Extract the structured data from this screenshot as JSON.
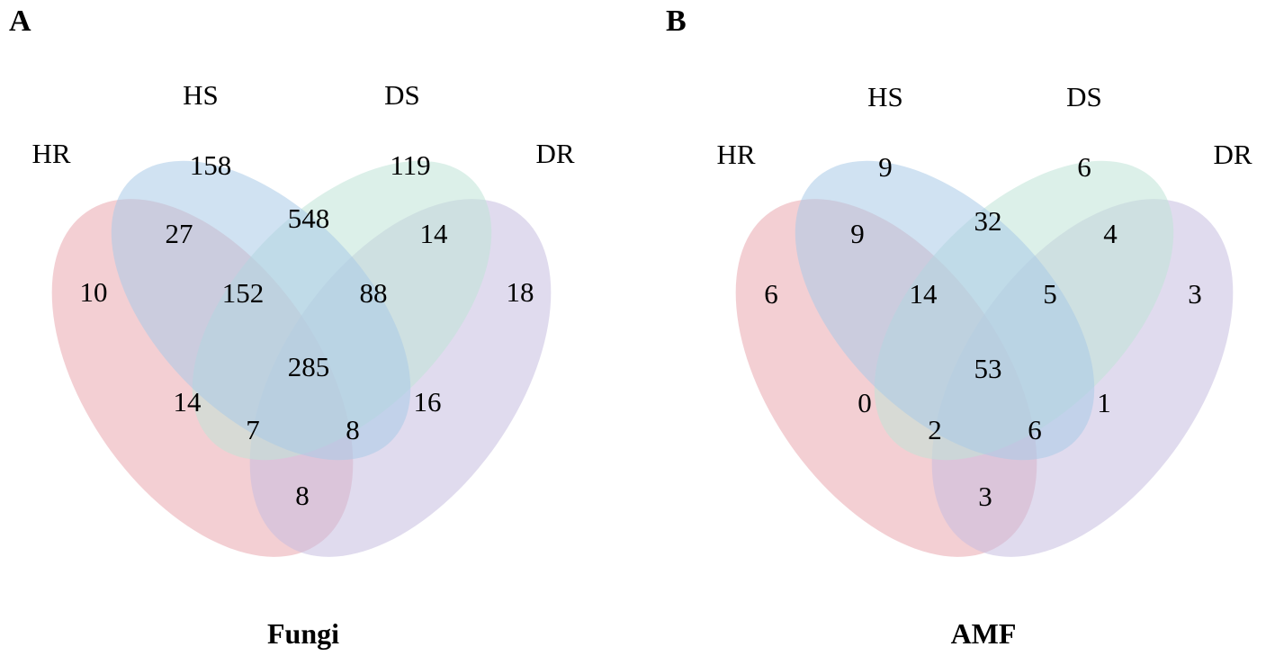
{
  "panels": [
    {
      "letter": "A",
      "title": "Fungi",
      "sets": {
        "HR": "HR",
        "HS": "HS",
        "DS": "DS",
        "DR": "DR"
      },
      "regions": {
        "hr_only": "10",
        "hs_only": "158",
        "ds_only": "119",
        "dr_only": "18",
        "hr_hs": "27",
        "hs_ds": "548",
        "ds_dr": "14",
        "hr_hs_ds": "152",
        "hs_ds_dr": "88",
        "all": "285",
        "hr_ds": "14",
        "hs_dr": "16",
        "hr_ds_dr": "7",
        "hr_hs_dr": "8",
        "hr_dr": "8"
      }
    },
    {
      "letter": "B",
      "title": "AMF",
      "sets": {
        "HR": "HR",
        "HS": "HS",
        "DS": "DS",
        "DR": "DR"
      },
      "regions": {
        "hr_only": "6",
        "hs_only": "9",
        "ds_only": "6",
        "dr_only": "3",
        "hr_hs": "9",
        "hs_ds": "32",
        "ds_dr": "4",
        "hr_hs_ds": "14",
        "hs_ds_dr": "5",
        "all": "53",
        "hr_ds": "0",
        "hs_dr": "1",
        "hr_ds_dr": "2",
        "hr_hs_dr": "6",
        "hr_dr": "3"
      }
    }
  ],
  "colors": {
    "HR": "#e8a0a8",
    "HS": "#a9cbe8",
    "DS": "#bfe3d7",
    "DR": "#c7bde0"
  }
}
